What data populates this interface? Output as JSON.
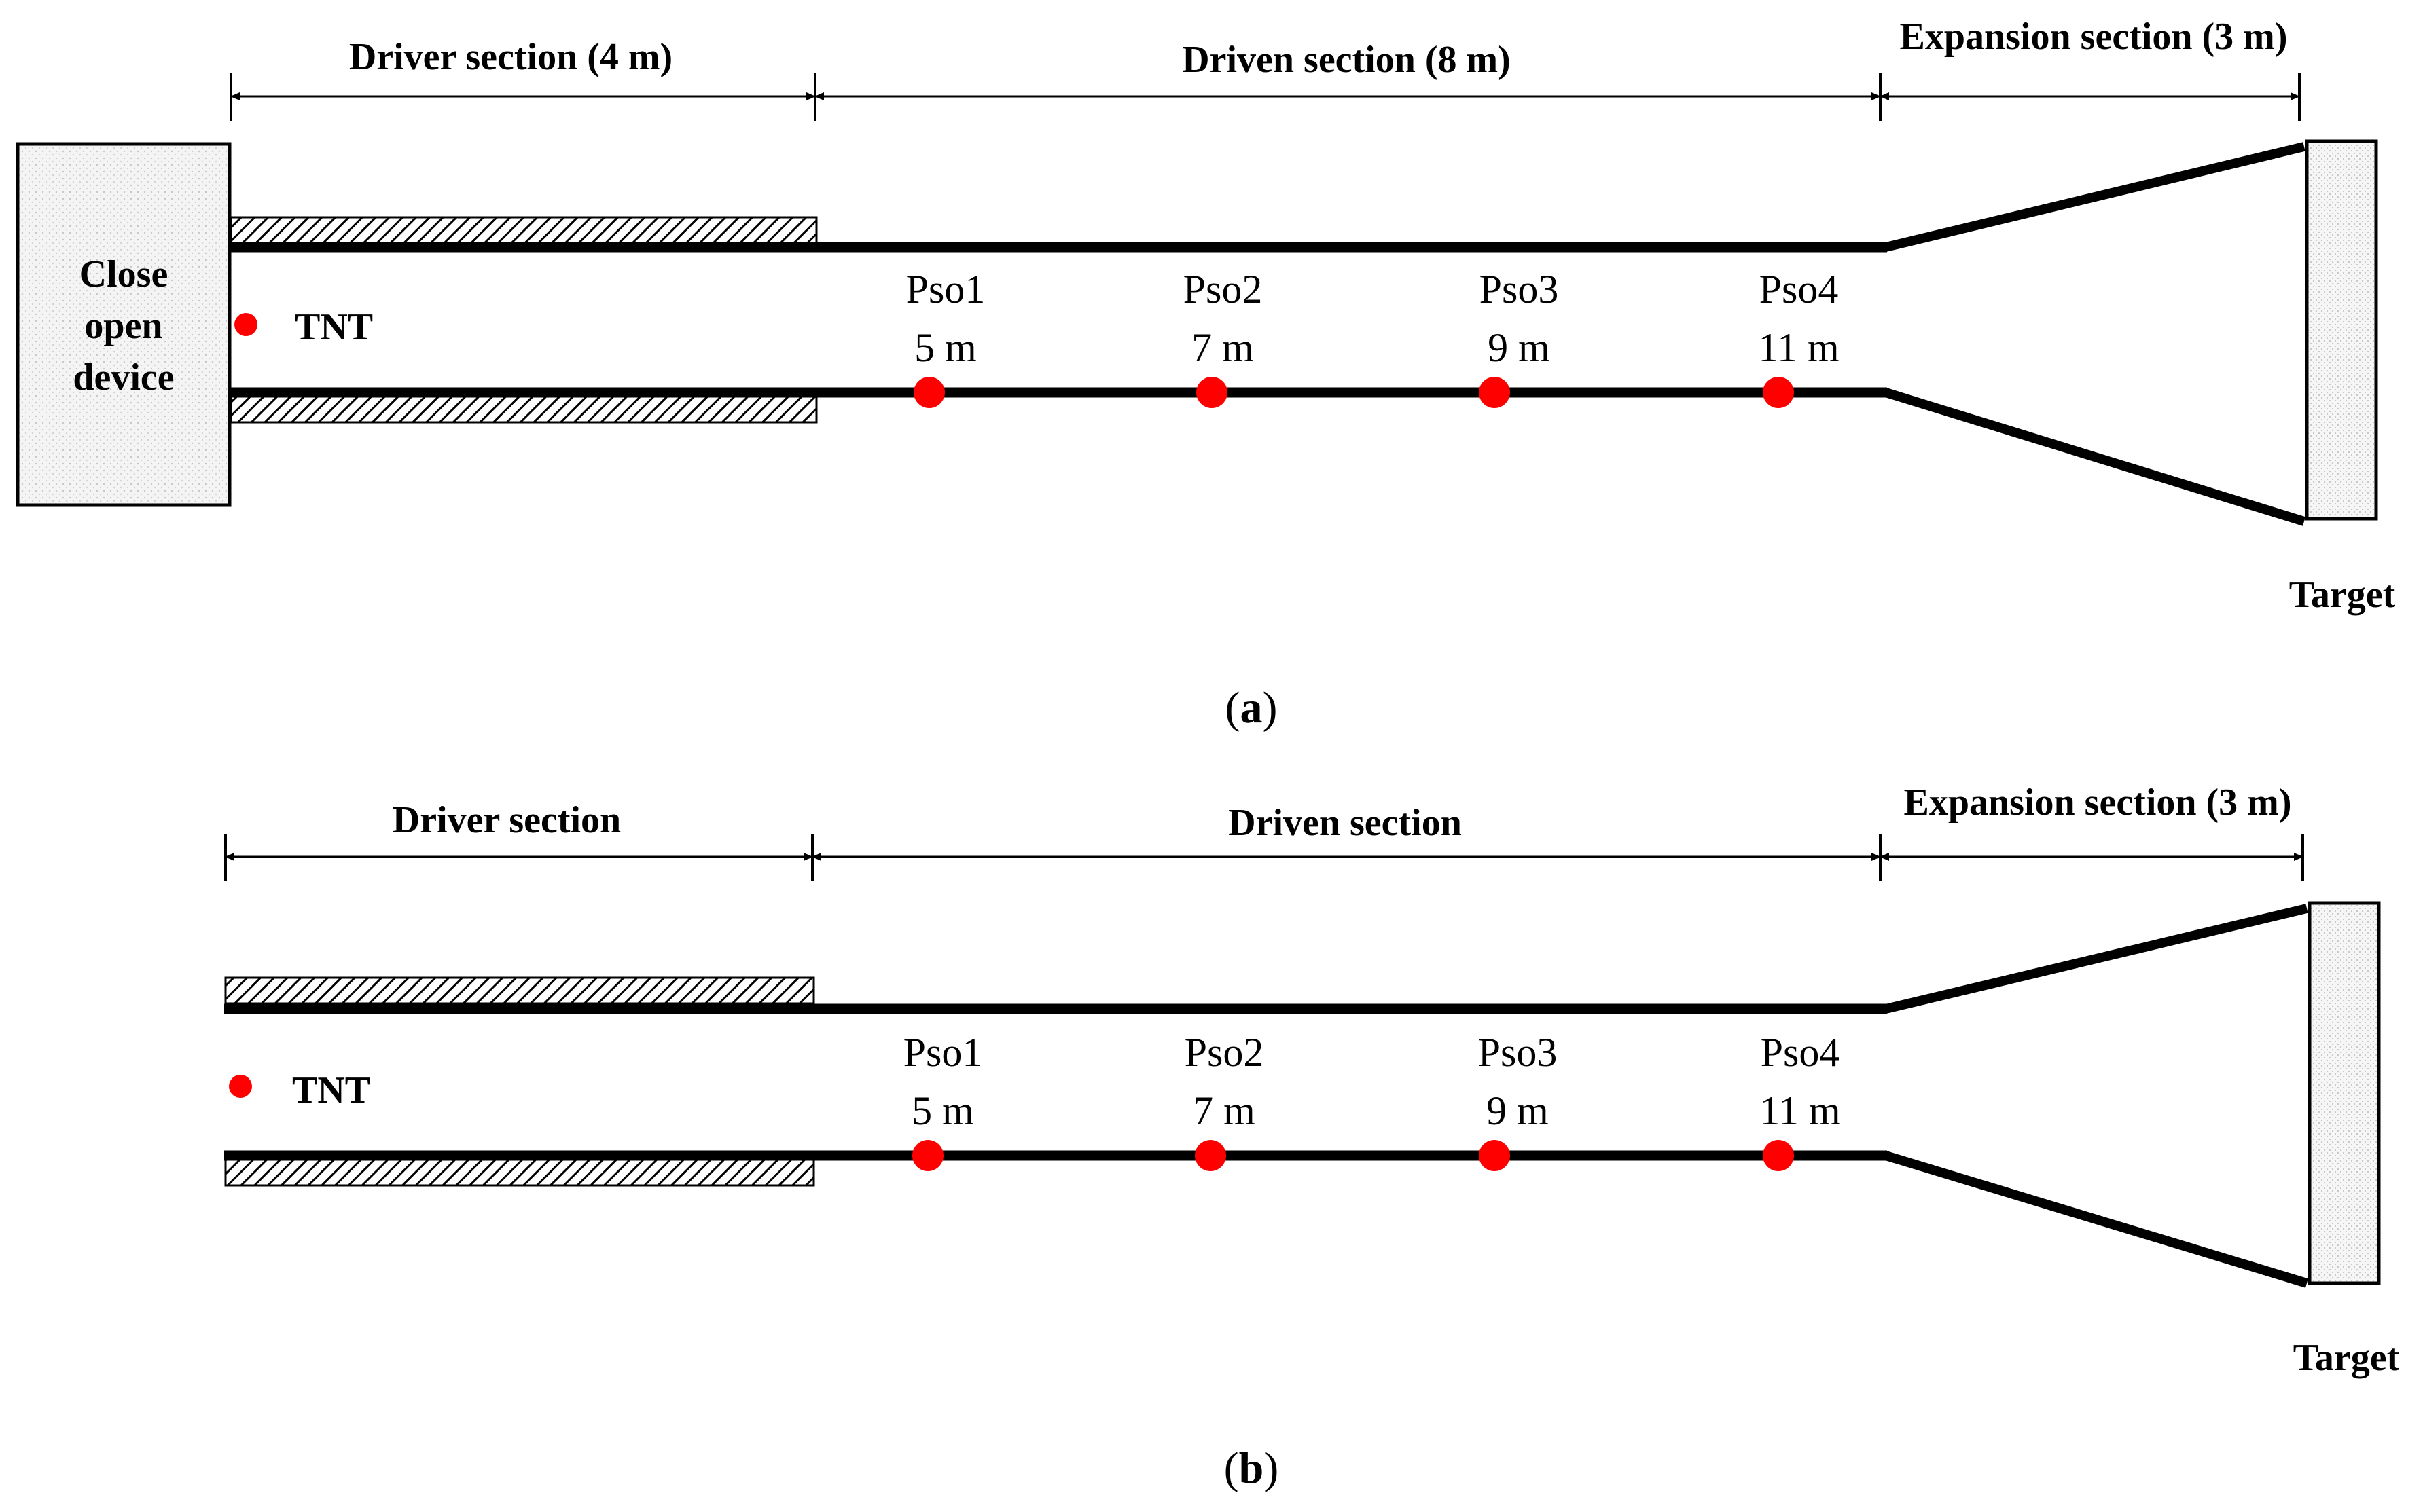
{
  "panels": [
    {
      "id": "a",
      "caption_letter": "a",
      "driver_label": "Driver section (4 m)",
      "driven_label": "Driven section (8 m)",
      "expansion_label": "Expansion section (3 m)",
      "device_label_lines": [
        "Close",
        "open",
        "device"
      ],
      "tnt_label": "TNT",
      "target_label": "Target",
      "sensors": [
        {
          "name": "Pso1",
          "distance": "5 m"
        },
        {
          "name": "Pso2",
          "distance": "7 m"
        },
        {
          "name": "Pso3",
          "distance": "9 m"
        },
        {
          "name": "Pso4",
          "distance": "11 m"
        }
      ]
    },
    {
      "id": "b",
      "caption_letter": "b",
      "driver_label": "Driver section",
      "driven_label": "Driven section",
      "expansion_label": "Expansion section (3 m)",
      "tnt_label": "TNT",
      "target_label": "Target",
      "sensors": [
        {
          "name": "Pso1",
          "distance": "5 m"
        },
        {
          "name": "Pso2",
          "distance": "7 m"
        },
        {
          "name": "Pso3",
          "distance": "9 m"
        },
        {
          "name": "Pso4",
          "distance": "11 m"
        }
      ]
    }
  ],
  "colors": {
    "line": "#000000",
    "sensor_dot": "#ff0000",
    "device_fill": "#f2f2f2",
    "target_fill": "#eeeeee"
  }
}
